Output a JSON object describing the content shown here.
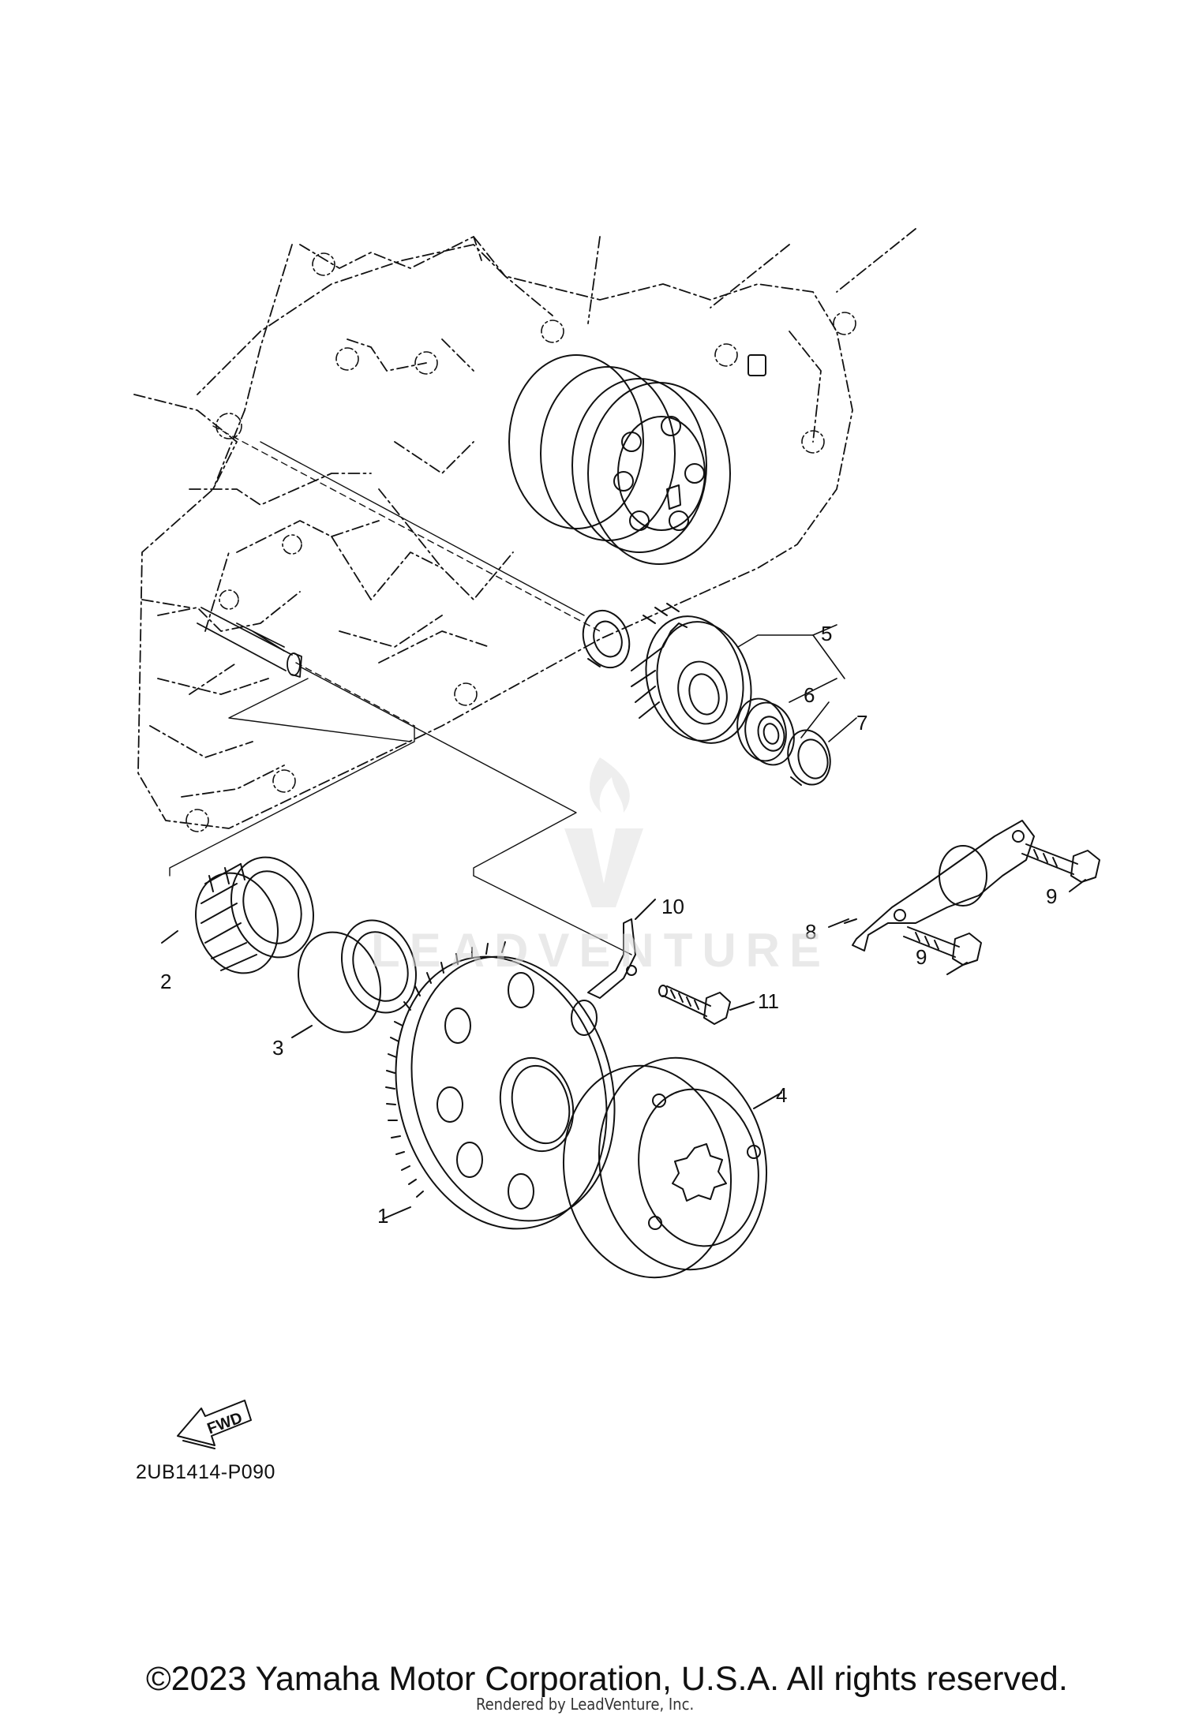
{
  "diagram": {
    "callouts": [
      {
        "id": "1",
        "label": "1"
      },
      {
        "id": "2",
        "label": "2"
      },
      {
        "id": "3",
        "label": "3"
      },
      {
        "id": "4",
        "label": "4"
      },
      {
        "id": "5",
        "label": "5"
      },
      {
        "id": "6",
        "label": "6"
      },
      {
        "id": "7",
        "label": "7"
      },
      {
        "id": "8",
        "label": "8"
      },
      {
        "id": "9a",
        "label": "9"
      },
      {
        "id": "9b",
        "label": "9"
      },
      {
        "id": "10",
        "label": "10"
      },
      {
        "id": "11",
        "label": "11"
      }
    ],
    "fwd_label": "FWD",
    "diagram_code": "2UB1414-P090"
  },
  "footer": {
    "copyright": "©2023 Yamaha Motor Corporation, U.S.A. All rights reserved.",
    "rendered_by": "Rendered by LeadVenture, Inc."
  },
  "watermark": {
    "text": "LEADVENTURE"
  },
  "colors": {
    "line": "#111111",
    "background": "#ffffff",
    "watermark": "#d8d8d8"
  }
}
